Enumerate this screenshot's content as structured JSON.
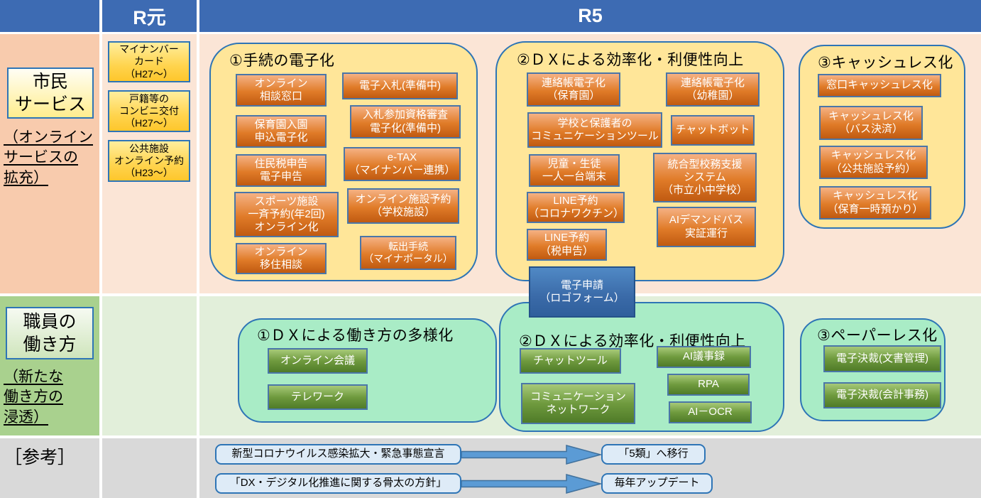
{
  "header": {
    "r1": "R元",
    "r5": "R5"
  },
  "rows": {
    "citizen": {
      "label": "市民\nサービス",
      "sublabel": "（オンライン\nサービスの\n拡充）",
      "r1_items": [
        "マイナンバー\nカード\n（H27～）",
        "戸籍等の\nコンビニ交付\n（H27～）",
        "公共施設\nオンライン予約\n（H23～）"
      ],
      "groups": [
        {
          "title": "①手続の電子化",
          "items": [
            "オンライン\n相談窓口",
            "保育園入園\n申込電子化",
            "住民税申告\n電子申告",
            "スポーツ施設\n一斉予約(年2回)\nオンライン化",
            "オンライン\n移住相談",
            "電子入札(準備中)",
            "入札参加資格審査\n電子化(準備中)",
            "e-TAX\n（マイナンバー連携）",
            "オンライン施設予約\n（学校施設）",
            "転出手続\n（マイナポータル）"
          ]
        },
        {
          "title": "②ＤＸによる効率化・利便性向上",
          "items": [
            "連絡帳電子化\n（保育園）",
            "学校と保護者の\nコミュニケーションツール",
            "児童・生徒\n一人一台端末",
            "LINE予約\n（コロナワクチン）",
            "LINE予約\n（税申告）",
            "連絡帳電子化\n（幼稚園）",
            "チャットボット",
            "統合型校務支援\nシステム\n（市立小中学校）",
            "AIデマンドバス\n実証運行"
          ]
        },
        {
          "title": "③キャッシュレス化",
          "items": [
            "窓口キャッシュレス化",
            "キャッシュレス化\n（バス決済）",
            "キャッシュレス化\n（公共施設予約）",
            "キャッシュレス化\n（保育一時預かり）"
          ]
        }
      ],
      "bridge": "電子申請\n（ロゴフォーム）"
    },
    "staff": {
      "label": "職員の\n働き方",
      "sublabel": "（新たな\n働き方の\n浸透）",
      "groups": [
        {
          "title": "①ＤＸによる働き方の多様化",
          "items": [
            "オンライン会議",
            "テレワーク"
          ]
        },
        {
          "title": "②ＤＸによる効率化・利便性向上",
          "items": [
            "チャットツール",
            "コミュニケーション\nネットワーク",
            "AI議事録",
            "RPA",
            "AI－OCR"
          ]
        },
        {
          "title": "③ペーパーレス化",
          "items": [
            "電子決裁(文書管理)",
            "電子決裁(会計事務)"
          ]
        }
      ]
    },
    "reference": {
      "label": "［参考］",
      "flows": [
        {
          "from": "新型コロナウイルス感染拡大・緊急事態宣言",
          "to": "「5類」へ移行"
        },
        {
          "from": "「DX・デジタル化推進に関する骨太の方針」",
          "to": "毎年アップデート"
        }
      ]
    }
  },
  "colors": {
    "header_blue": "#3d6bb3",
    "row1_label_bg": "#f8cbad",
    "row1_bg": "#fbe5d6",
    "row2_label_bg": "#a9d18e",
    "row2_bg": "#e2efda",
    "row3_bg": "#d9d9d9",
    "container_yellow": "#ffe699",
    "container_green": "#a9ecc6",
    "item_orange": "#e07b28",
    "item_green": "#6f9a3e",
    "item_yellow": "#ffd44e",
    "bridge_blue": "#3a6aa8",
    "ref_box_bg": "#deebf7",
    "arrow_blue": "#5b9bd5",
    "border_blue": "#2e75b6"
  }
}
